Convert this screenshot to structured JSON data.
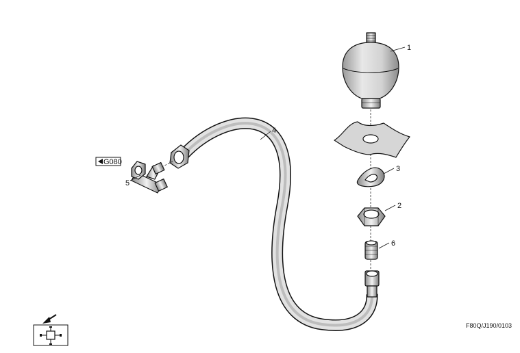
{
  "callouts": {
    "accumulator": "1",
    "nut": "2",
    "washer": "3",
    "hose": "4",
    "tee": "5",
    "adapter": "6"
  },
  "reference": {
    "label": "G080",
    "icon": "left-triangle-arrow-icon"
  },
  "drawing_code": "F80Q/J190/0103",
  "nav_icon": {
    "arrow": "down-left-arrow-icon",
    "component": "component-location-icon"
  }
}
